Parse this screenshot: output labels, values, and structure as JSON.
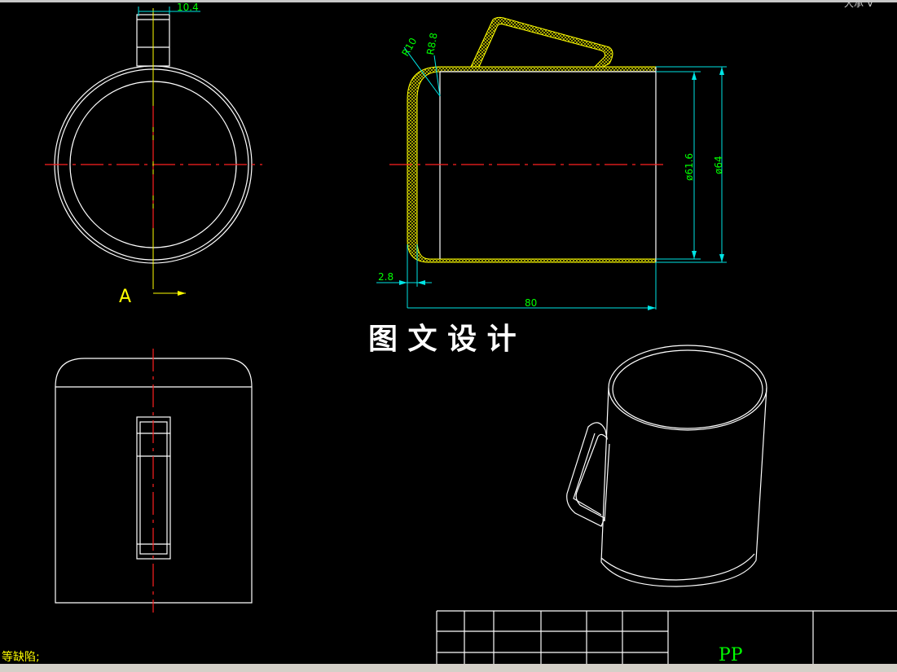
{
  "drawing": {
    "title_text": "图 文 设 计",
    "material": "PP",
    "view_label": "A",
    "note_text": "等缺陷;",
    "corner_text": "大承 V"
  },
  "dimensions": {
    "handle_width": "10.4",
    "outer_radius": "R10",
    "inner_radius": "R8.8",
    "wall_thickness": "2.8",
    "height": "80",
    "inner_diameter": "ø61.6",
    "outer_diameter": "ø64"
  },
  "colors": {
    "background": "#000000",
    "outline": "#ffffff",
    "dimension": "#00ff00",
    "dimension_line": "#00e5e5",
    "centerline": "#ff2020",
    "section_hatch": "#ffff00"
  }
}
